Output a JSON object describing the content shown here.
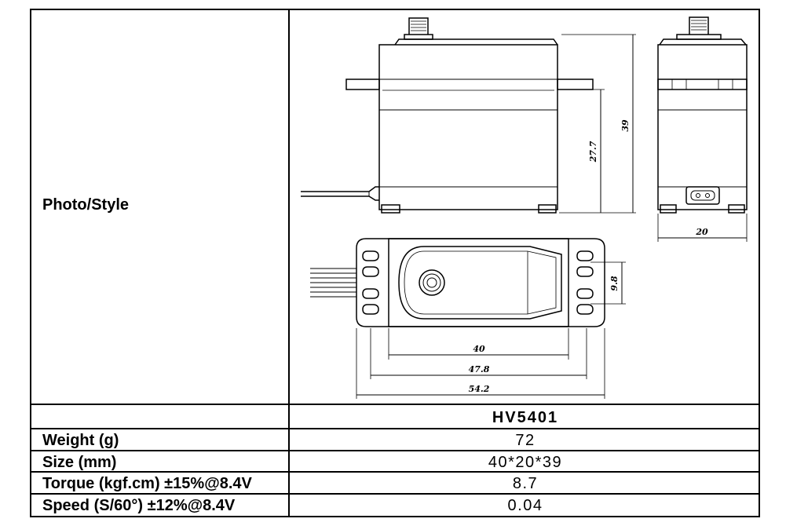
{
  "table": {
    "photo_label": "Photo/Style",
    "model_name": "HV5401",
    "rows": [
      {
        "label": "Weight (g)",
        "value": "72"
      },
      {
        "label": "Size (mm)",
        "value": "40*20*39"
      },
      {
        "label": "Torque (kgf.cm) ±15%@8.4V",
        "value": "8.7"
      },
      {
        "label": "Speed (S/60°) ±12%@8.4V",
        "value": "0.04"
      }
    ]
  },
  "drawing": {
    "dims": {
      "height_total": "39",
      "height_body": "27.7",
      "width_side": "20",
      "hole_spacing": "9.8",
      "length_body": "40",
      "length_holes": "47.8",
      "length_total": "54.2"
    }
  }
}
